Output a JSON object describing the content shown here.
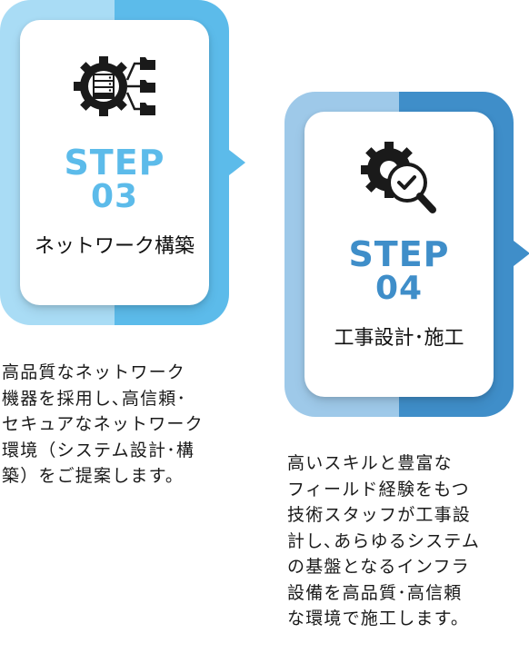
{
  "steps": [
    {
      "word": "STEP",
      "number": "03",
      "title": "ネットワーク構築",
      "icon": "server-gear-network-icon",
      "description": "高品質なネットワーク\n機器を採用し､高信頼･\nセキュアなネットワーク\n環境（システム設計･構\n築）をご提案します。",
      "colors": {
        "accent": "#5cbbea",
        "frame_light": "#a9dcf5"
      }
    },
    {
      "word": "STEP",
      "number": "04",
      "title": "工事設計･施工",
      "icon": "gear-magnifier-check-icon",
      "description": "高いスキルと豊富な\nフィールド経験をもつ\n技術スタッフが工事設\n計し､あらゆるシステム\nの基盤となるインフラ\n設備を高品質･高信頼\nな環境で施工します。",
      "colors": {
        "accent": "#3f8ec9",
        "frame_light": "#9ec9e9"
      }
    }
  ]
}
